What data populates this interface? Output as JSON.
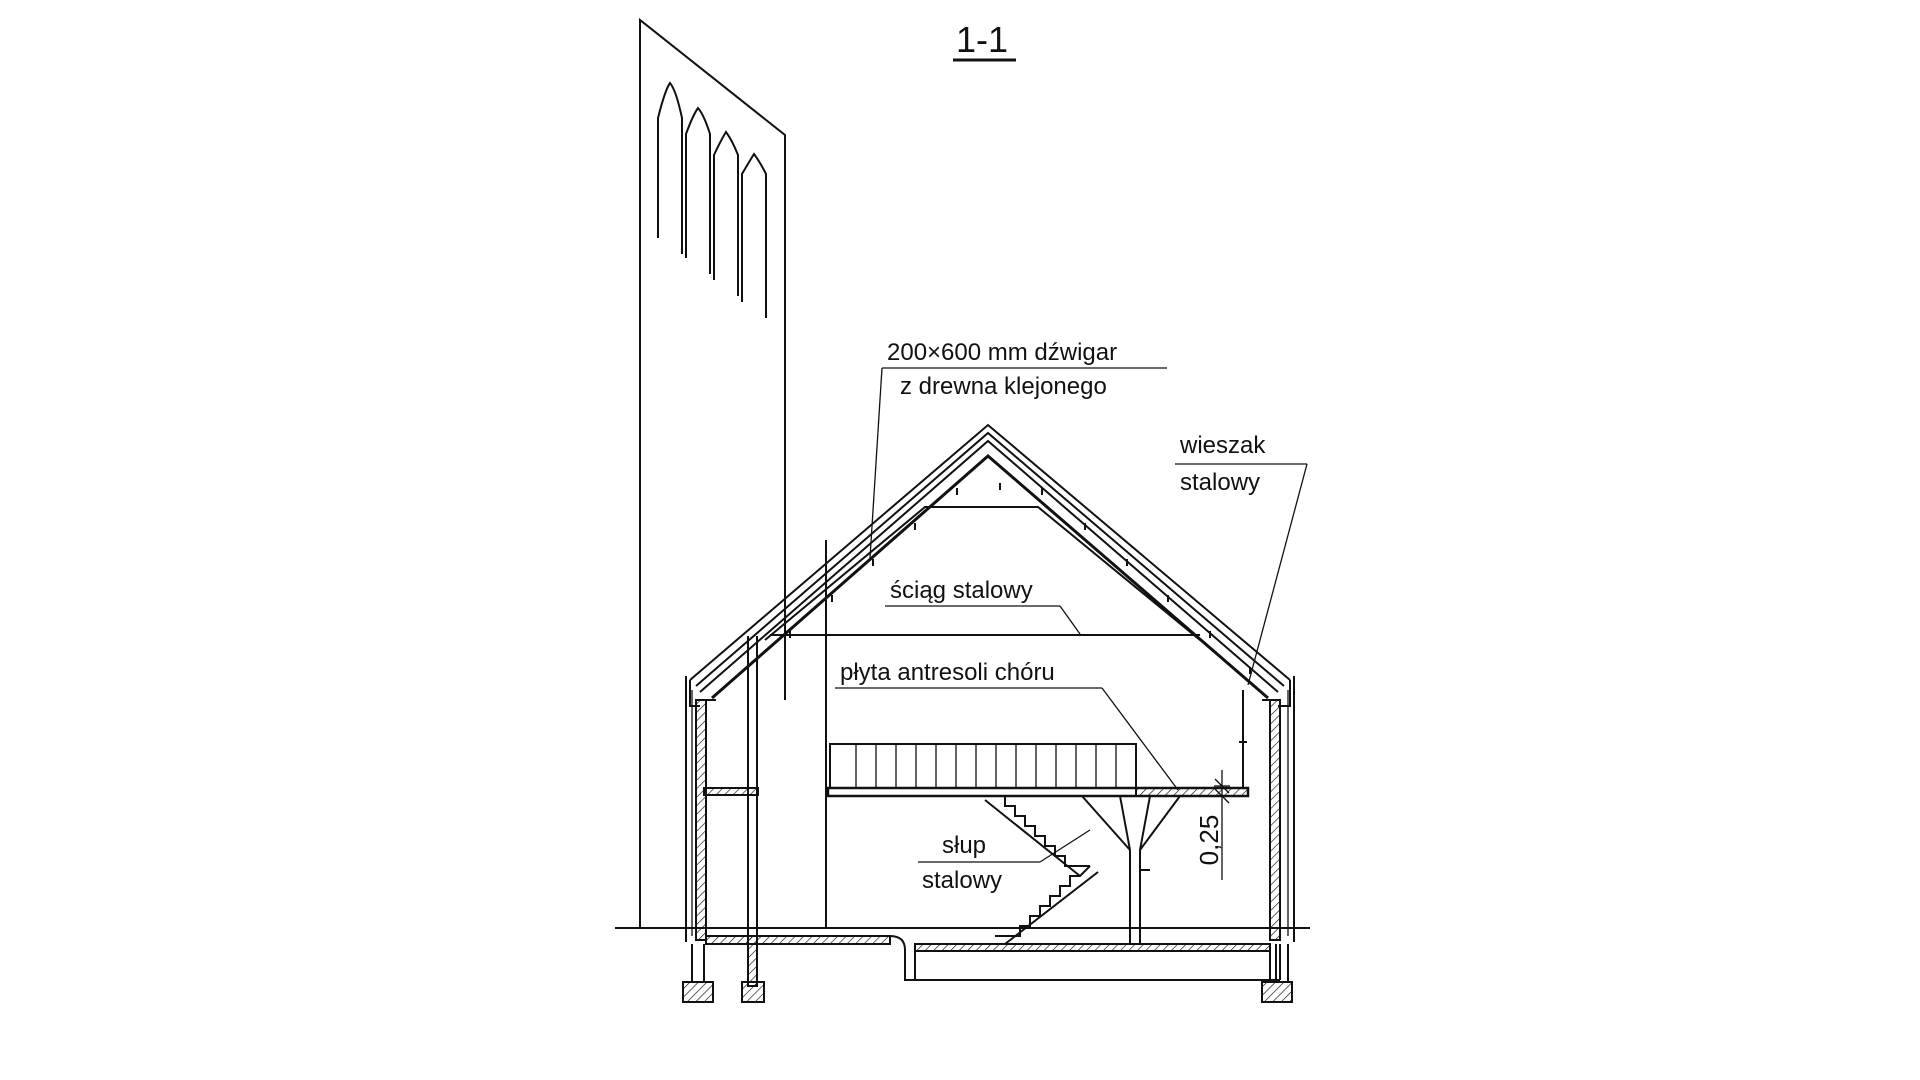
{
  "section_title": "1-1",
  "labels": {
    "beam_line1": "200×600 mm dźwigar",
    "beam_line2": "z drewna klejonego",
    "hanger_line1": "wieszak",
    "hanger_line2": "stalowy",
    "tie": "ściąg stalowy",
    "slab": "płyta antresoli chóru",
    "column_line1": "słup",
    "column_line2": "stalowy",
    "dimension": "0,25"
  },
  "colors": {
    "ink": "#111111",
    "background": "#ffffff"
  }
}
